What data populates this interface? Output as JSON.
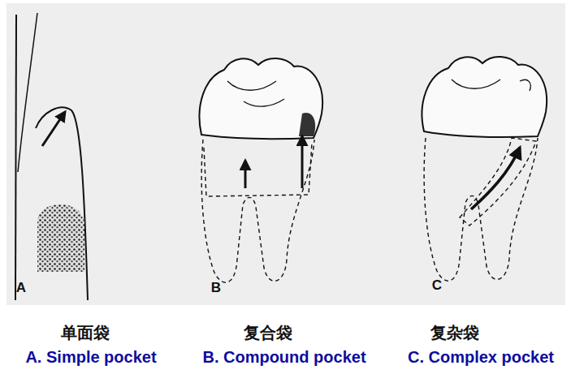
{
  "diagram": {
    "labels": [
      "A",
      "B",
      "C",
      "单面袋",
      "复合袋",
      "复杂袋",
      "A. Simple pocket",
      "B. Compound pocket",
      "C. Complex pocket"
    ]
  }
}
